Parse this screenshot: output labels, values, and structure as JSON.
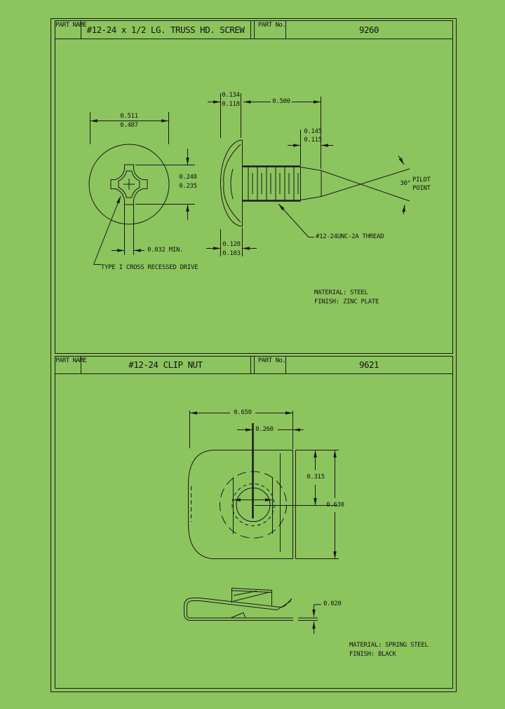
{
  "colors": {
    "background": "#8cc45e",
    "line": "#1a1a1a"
  },
  "panel1": {
    "header": {
      "name_label": "PART NAME",
      "name": "#12-24 x 1/2 LG. TRUSS HD. SCREW",
      "no_label": "PART No.",
      "number": "9260"
    },
    "dims": {
      "head_dia_max": "0.511",
      "head_dia_min": "0.487",
      "recess_max": "0.248",
      "recess_min": "0.235",
      "slot_min": "0.032 MIN.",
      "drive_note": "TYPE I CROSS RECESSED DRIVE",
      "head_height_max": "0.134",
      "head_height_min": "0.118",
      "length": "0.500",
      "pilot_len_max": "0.145",
      "pilot_len_min": "0.115",
      "head_side_max": "0.128",
      "head_side_min": "0.103",
      "point_angle": "30°",
      "point_label_1": "PILOT",
      "point_label_2": "POINT",
      "thread_note": "#12-24UNC-2A THREAD"
    },
    "notes": {
      "material": "MATERIAL: STEEL",
      "finish": "FINISH: ZINC PLATE"
    }
  },
  "panel2": {
    "header": {
      "name_label": "PART NAME",
      "name": "#12-24 CLIP NUT",
      "no_label": "PART No.",
      "number": "9621"
    },
    "dims": {
      "width": "0.650",
      "center_to_edge": "0.260",
      "top_to_center": "0.315",
      "height": "0.630",
      "thickness": "0.020"
    },
    "notes": {
      "material": "MATERIAL: SPRING STEEL",
      "finish": "FINISH: BLACK"
    }
  }
}
